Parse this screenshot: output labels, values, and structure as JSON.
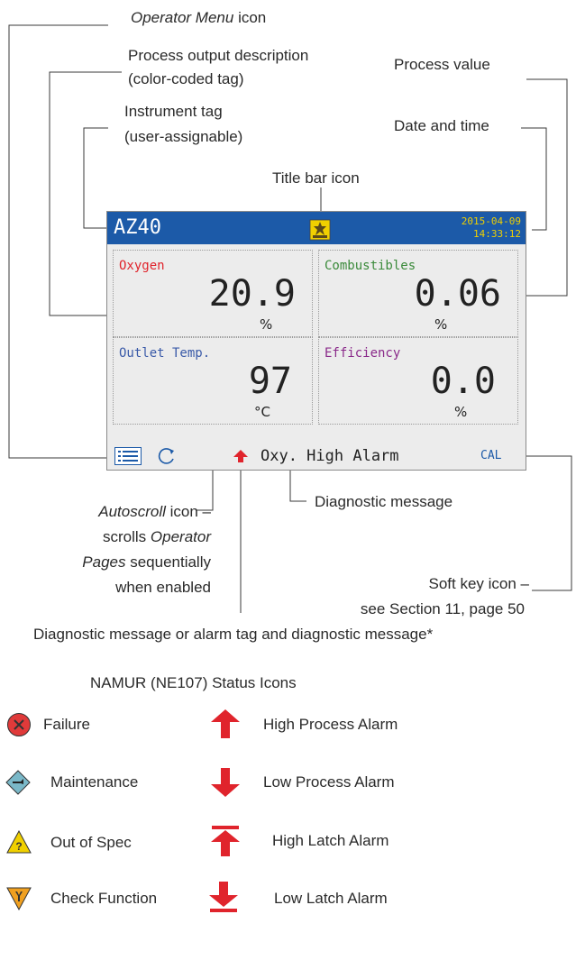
{
  "annotations": {
    "operator_menu_icon_a": "Operator Menu",
    "operator_menu_icon_b": " icon",
    "process_output_desc_1": "Process output description",
    "process_output_desc_2": "(color-coded tag)",
    "process_value": "Process value",
    "instrument_tag_1": "Instrument tag",
    "instrument_tag_2": "(user-assignable)",
    "date_time": "Date and time",
    "title_bar_icon": "Title bar icon",
    "autoscroll_a": "Autoscroll",
    "autoscroll_b": " icon –",
    "autoscroll_2a": "scrolls ",
    "autoscroll_2b": "Operator",
    "autoscroll_3a": "Pages",
    "autoscroll_3b": " sequentially",
    "autoscroll_4": "when enabled",
    "diagnostic_message": "Diagnostic message",
    "soft_key_1": "Soft key icon –",
    "soft_key_2": "see Section 11, page 50",
    "diag_or_alarm": "Diagnostic message or alarm tag and diagnostic message*"
  },
  "screen": {
    "instrument_tag": "AZ40",
    "date": "2015-04-09",
    "time": "14:33:12",
    "cells": [
      {
        "label": "Oxygen",
        "value": "20.9",
        "unit": "%",
        "color": "#e0242c"
      },
      {
        "label": "Combustibles",
        "value": "0.06",
        "unit": "%",
        "color": "#3a8a3a"
      },
      {
        "label": "Outlet Temp.",
        "value": "97",
        "unit": "°C",
        "color": "#3a5aa8"
      },
      {
        "label": "Efficiency",
        "value": "0.0",
        "unit": "%",
        "color": "#8a2a8a"
      }
    ],
    "diag_message": "Oxy. High Alarm",
    "soft_key": "CAL",
    "titlebar_color": "#1c5aa8"
  },
  "namur": {
    "heading": "NAMUR (NE107) Status Icons",
    "left": [
      {
        "label": "Failure",
        "icon": "failure-icon"
      },
      {
        "label": "Maintenance",
        "icon": "maintenance-icon"
      },
      {
        "label": "Out of Spec",
        "icon": "out-of-spec-icon"
      },
      {
        "label": "Check Function",
        "icon": "check-function-icon"
      }
    ],
    "right": [
      {
        "label": "High Process Alarm",
        "icon": "high-process-alarm-icon"
      },
      {
        "label": "Low Process Alarm",
        "icon": "low-process-alarm-icon"
      },
      {
        "label": "High Latch Alarm",
        "icon": "high-latch-alarm-icon"
      },
      {
        "label": "Low Latch Alarm",
        "icon": "low-latch-alarm-icon"
      }
    ]
  }
}
